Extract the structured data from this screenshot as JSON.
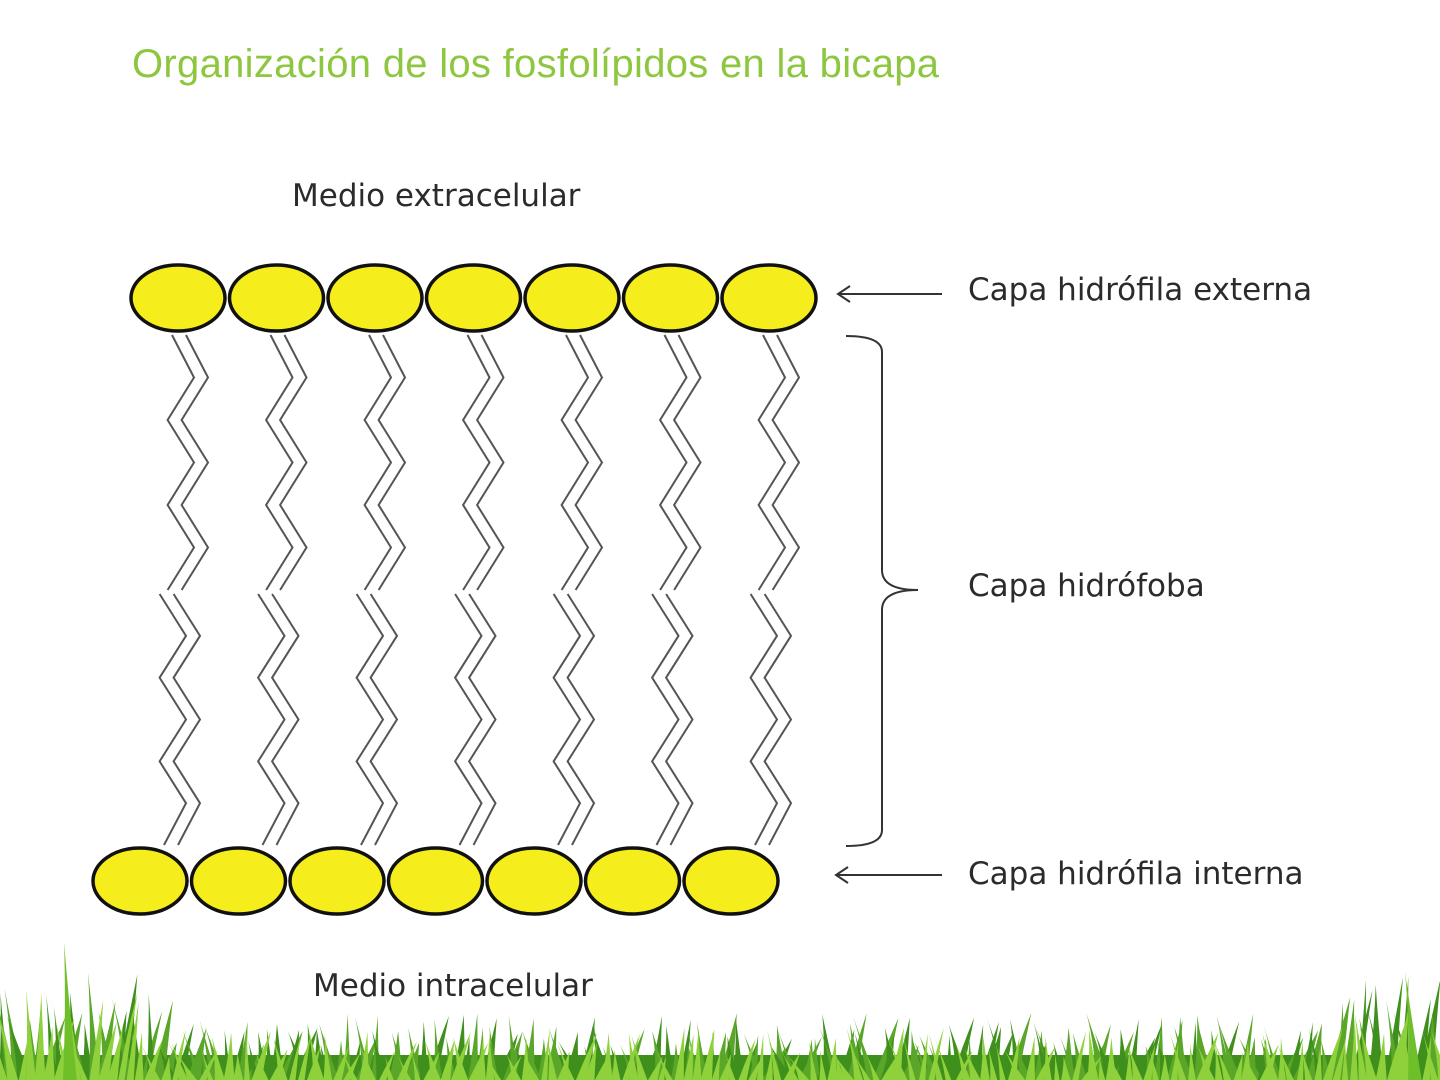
{
  "slide": {
    "title": "Organización de los fosfolípidos en la bicapa"
  },
  "diagram": {
    "labels": {
      "extracellular": "Medio extracelular",
      "intracellular": "Medio intracelular",
      "outer_layer": "Capa hidrófila externa",
      "hydrophobic_layer": "Capa hidrófoba",
      "inner_layer": "Capa hidrófila interna"
    },
    "phospholipids_per_layer": 7,
    "colors": {
      "title": "#8dc63f",
      "head_fill": "#f5ee1c",
      "head_stroke": "#111111",
      "tail_stroke": "#555555",
      "grass_dark": "#3f8f1c",
      "grass_light": "#8ed13a"
    }
  }
}
